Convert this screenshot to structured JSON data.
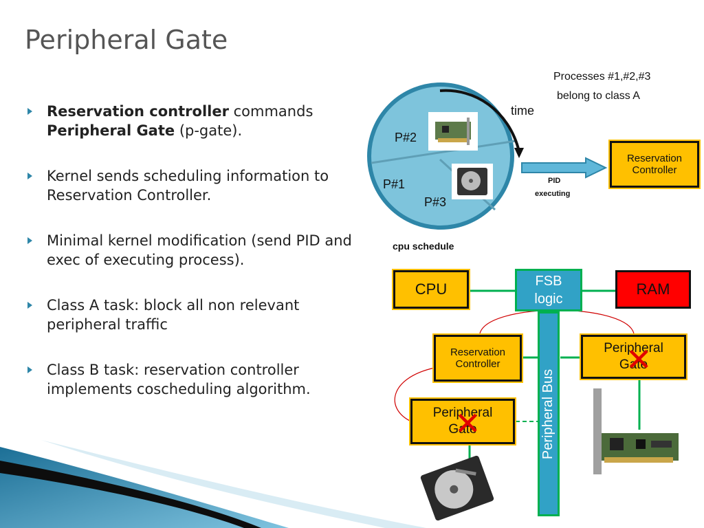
{
  "title": "Peripheral Gate",
  "bullets": [
    {
      "b1": "Reservation controller",
      "t1": " commands ",
      "b2": "Peripheral Gate",
      "t2": " (p-gate)."
    },
    {
      "text": "Kernel sends scheduling information to Reservation Controller."
    },
    {
      "text": "Minimal kernel modification (send PID and exec of executing process)."
    },
    {
      "text": "Class A task: block all non relevant peripheral traffic"
    },
    {
      "text": "Class B task: reservation controller implements coscheduling algorithm."
    }
  ],
  "top_diagram": {
    "processes_note_line1": "Processes #1,#2,#3",
    "processes_note_line2": "belong to class A",
    "time_label": "time",
    "slices": [
      "P#2",
      "P#1",
      "P#3"
    ],
    "caption": "cpu schedule",
    "arrow_label_line1": "PID",
    "arrow_label_line2": "executing",
    "controller_line1": "Reservation",
    "controller_line2": "Controller"
  },
  "bottom_diagram": {
    "cpu": "CPU",
    "fsb_line1": "FSB",
    "fsb_line2": "logic",
    "ram": "RAM",
    "reservation_line1": "Reservation",
    "reservation_line2": "Controller",
    "gate_right_line1": "Peripheral",
    "gate_right_line2": "Gate",
    "gate_left_line1": "Peripheral",
    "gate_left_line2": "Gate",
    "bus_label": "Peripheral Bus"
  },
  "colors": {
    "accent": "#2e86a8",
    "pie": "#7ec4dc",
    "gate": "#ffc000",
    "ram": "#ff0000",
    "bus": "#00b050",
    "fsb": "#31a2c6"
  }
}
